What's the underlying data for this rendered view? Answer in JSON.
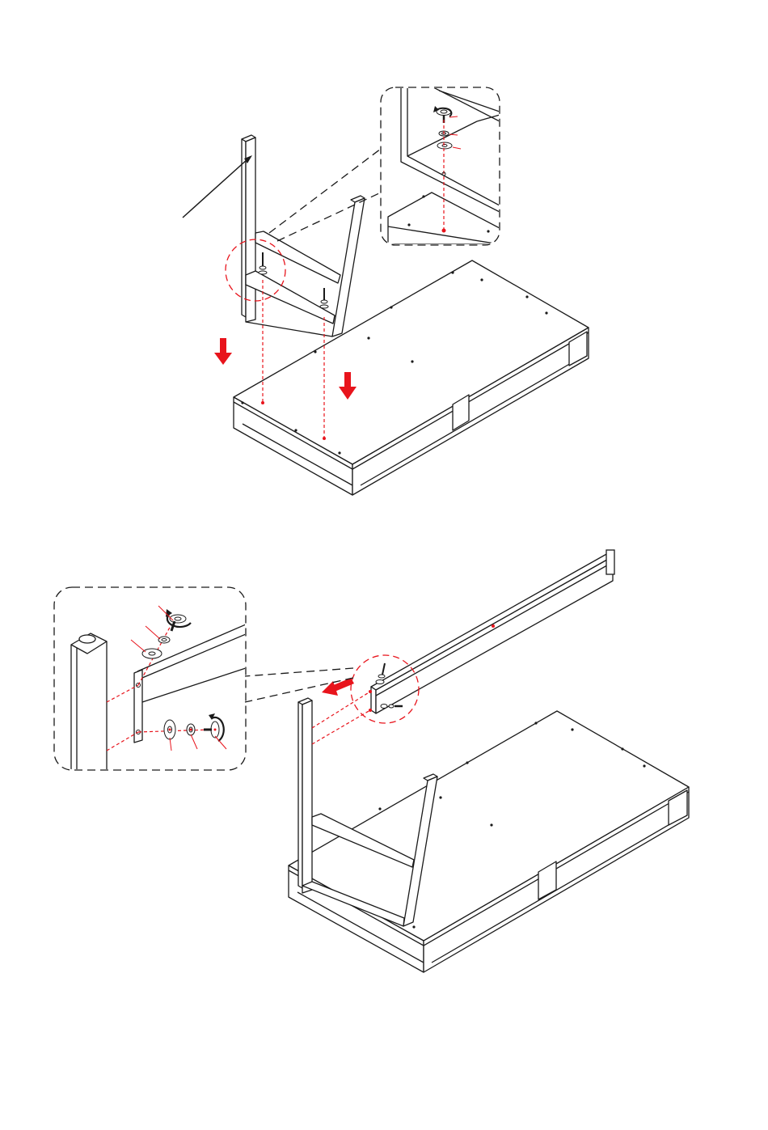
{
  "colors": {
    "line": "#1a1a1a",
    "accent": "#e8141c",
    "background": "#ffffff"
  },
  "steps": [
    {
      "name": "step-attach-leg-frame",
      "arrow_count": 2,
      "detail_callout": true
    },
    {
      "name": "step-attach-crossbar",
      "arrow_count": 1,
      "detail_callout": true
    }
  ]
}
